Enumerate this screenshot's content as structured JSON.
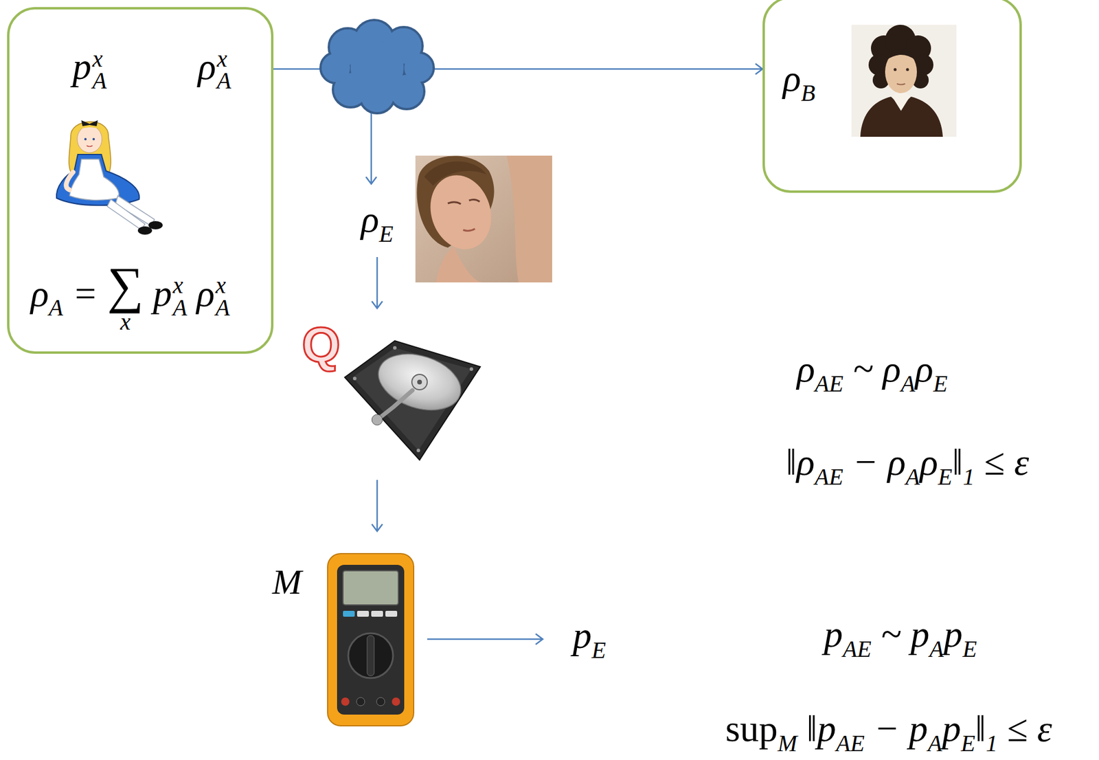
{
  "diagram": {
    "nodes": [
      {
        "text": [
          "pAx",
          "ρAx",
          "ρA = ∑x pAx ρAx"
        ]
      },
      {
        "text": [
          "ρB"
        ]
      }
    ],
    "edges": [
      {
        "from": 0,
        "to": 1,
        "arrow": "to"
      }
    ],
    "labels": [
      "ρE",
      "Q",
      "M",
      "pE",
      "ρAE ~ ρAρE",
      "‖ρAE − ρAρE‖1 ≤ ε",
      "pAE ~ pApE",
      "supM ‖pAE − pApE‖1 ≤ ε"
    ]
  }
}
